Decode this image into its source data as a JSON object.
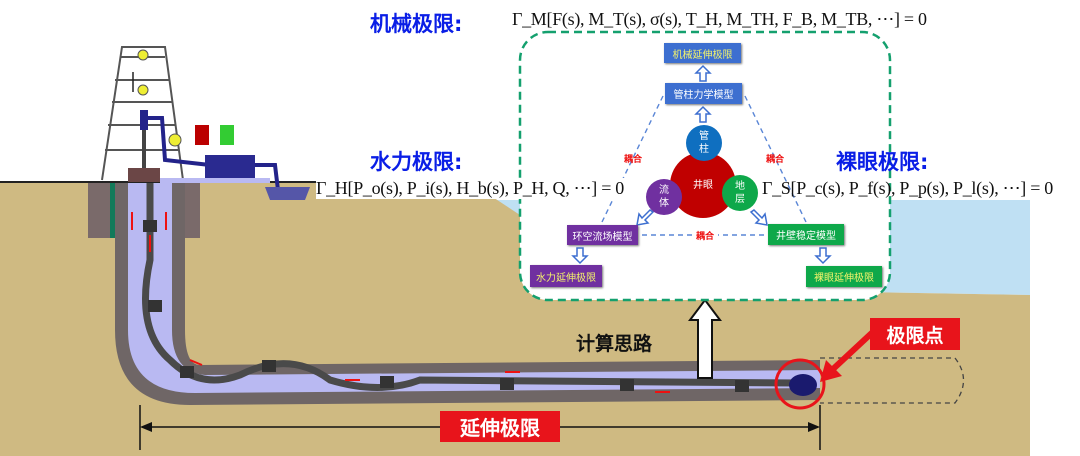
{
  "titles": {
    "mechanical": "机械极限:",
    "hydraulic": "水力极限:",
    "openhole": "裸眼极限:"
  },
  "formulas": {
    "mechanical": "Γ_M[F(s), M_T(s), σ(s), T_H, M_TH, F_B, M_TB, ⋯] = 0",
    "hydraulic": "Γ_H[P_o(s), P_i(s), H_b(s), P_H, Q, ⋯] = 0",
    "openhole": "Γ_S[P_c(s), P_f(s), P_p(s), P_l(s), ⋯] = 0"
  },
  "flow": {
    "mech_limit": "机械延伸极限",
    "string_model": "管柱力学模型",
    "annulus_model": "环空流场模型",
    "wall_model": "井壁稳定模型",
    "hydraulic_limit": "水力延伸极限",
    "openhole_limit": "裸眼延伸极限",
    "coupling": "耦合",
    "center": "井眼",
    "string": "管柱",
    "fluid": "流体",
    "formation": "地层"
  },
  "labels": {
    "calc_approach": "计算思路",
    "limit_point": "极限点",
    "extension_limit": "延伸极限"
  },
  "colors": {
    "blue_box": "#3d6fd0",
    "purple": "#7030a0",
    "green": "#0ea84a",
    "red": "#c00000",
    "earth": "#cfba82",
    "wellbore": "#b9b9f2"
  }
}
